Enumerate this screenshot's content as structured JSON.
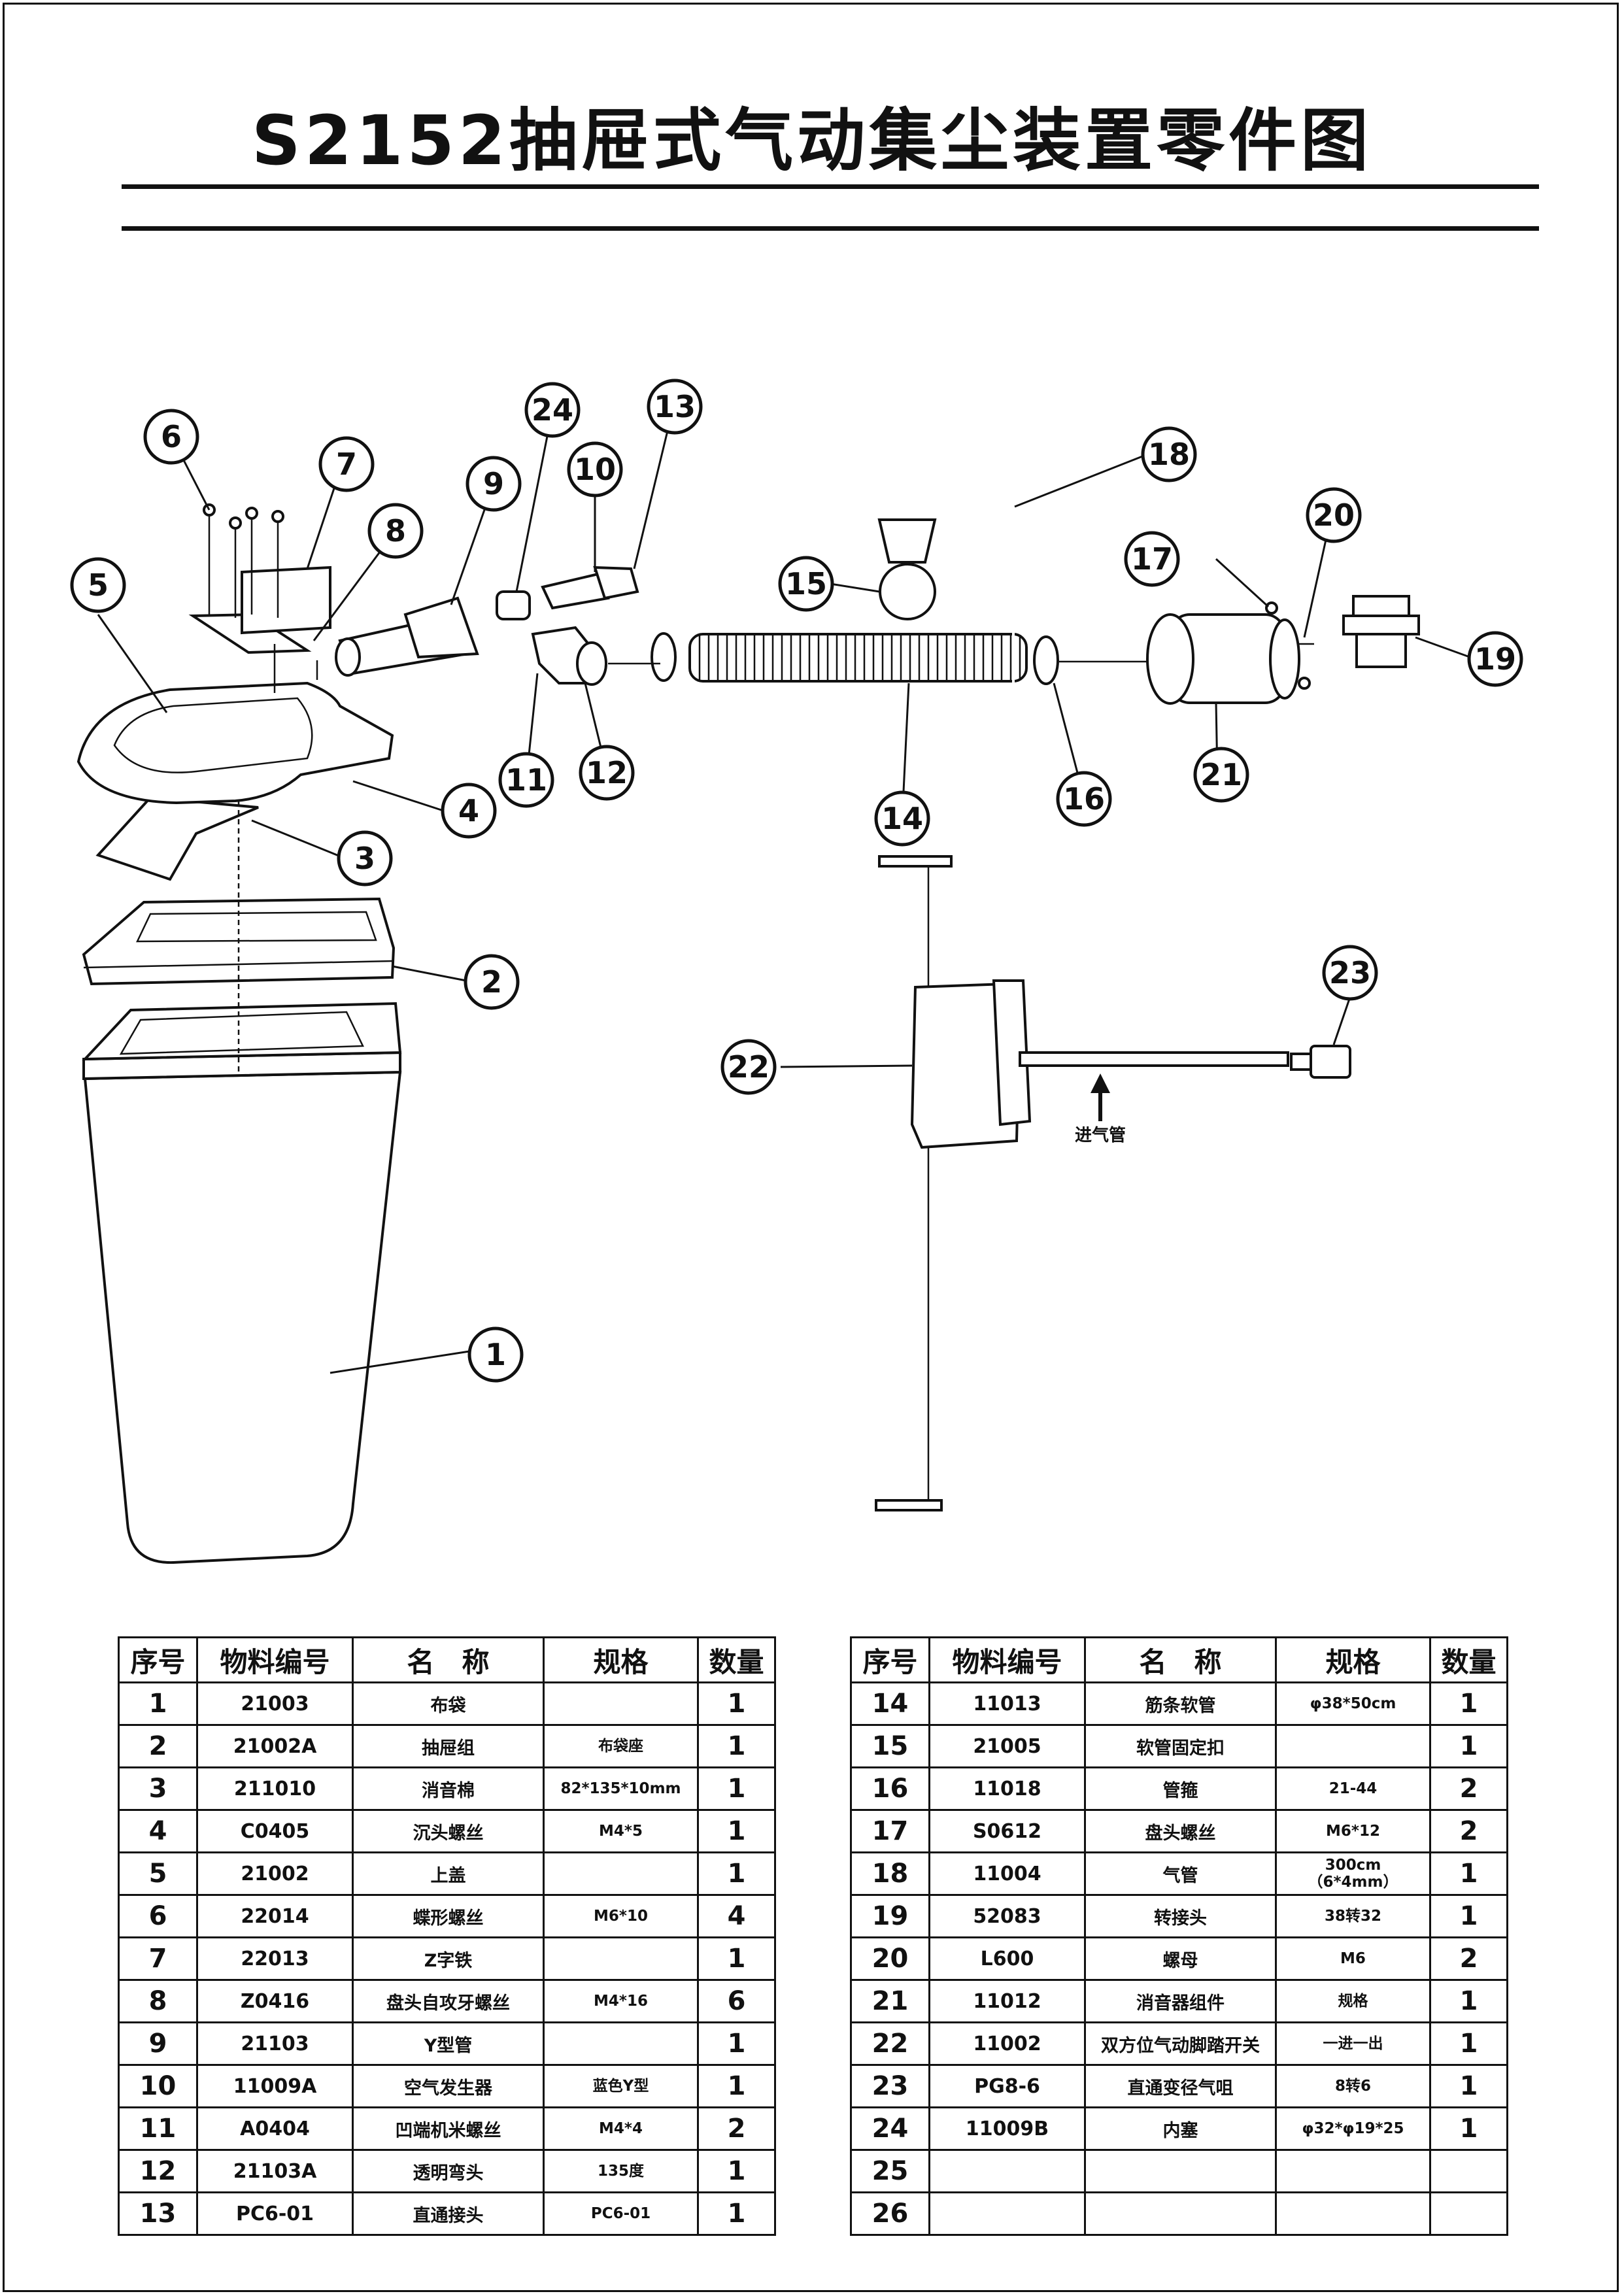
{
  "title": "S2152抽屉式气动集尘装置零件图",
  "headers": {
    "index": "序号",
    "code": "物料编号",
    "name": "名　称",
    "spec": "规格",
    "qty": "数量"
  },
  "inlet_label": "进气管",
  "parts_left": [
    {
      "no": "1",
      "code": "21003",
      "name": "布袋",
      "spec": "",
      "qty": "1"
    },
    {
      "no": "2",
      "code": "21002A",
      "name": "抽屉组",
      "spec": "布袋座",
      "qty": "1"
    },
    {
      "no": "3",
      "code": "211010",
      "name": "消音棉",
      "spec": "82*135*10mm",
      "qty": "1"
    },
    {
      "no": "4",
      "code": "C0405",
      "name": "沉头螺丝",
      "spec": "M4*5",
      "qty": "1"
    },
    {
      "no": "5",
      "code": "21002",
      "name": "上盖",
      "spec": "",
      "qty": "1"
    },
    {
      "no": "6",
      "code": "22014",
      "name": "蝶形螺丝",
      "spec": "M6*10",
      "qty": "4"
    },
    {
      "no": "7",
      "code": "22013",
      "name": "Z字铁",
      "spec": "",
      "qty": "1"
    },
    {
      "no": "8",
      "code": "Z0416",
      "name": "盘头自攻牙螺丝",
      "spec": "M4*16",
      "qty": "6"
    },
    {
      "no": "9",
      "code": "21103",
      "name": "Y型管",
      "spec": "",
      "qty": "1"
    },
    {
      "no": "10",
      "code": "11009A",
      "name": "空气发生器",
      "spec": "蓝色Y型",
      "qty": "1"
    },
    {
      "no": "11",
      "code": "A0404",
      "name": "凹端机米螺丝",
      "spec": "M4*4",
      "qty": "2"
    },
    {
      "no": "12",
      "code": "21103A",
      "name": "透明弯头",
      "spec": "135度",
      "qty": "1"
    },
    {
      "no": "13",
      "code": "PC6-01",
      "name": "直通接头",
      "spec": "PC6-01",
      "qty": "1"
    }
  ],
  "parts_right": [
    {
      "no": "14",
      "code": "11013",
      "name": "筋条软管",
      "spec": "φ38*50cm",
      "qty": "1"
    },
    {
      "no": "15",
      "code": "21005",
      "name": "软管固定扣",
      "spec": "",
      "qty": "1"
    },
    {
      "no": "16",
      "code": "11018",
      "name": "管箍",
      "spec": "21-44",
      "qty": "2"
    },
    {
      "no": "17",
      "code": "S0612",
      "name": "盘头螺丝",
      "spec": "M6*12",
      "qty": "2"
    },
    {
      "no": "18",
      "code": "11004",
      "name": "气管",
      "spec": "300cm",
      "spec2": "（6*4mm）",
      "qty": "1"
    },
    {
      "no": "19",
      "code": "52083",
      "name": "转接头",
      "spec": "38转32",
      "qty": "1"
    },
    {
      "no": "20",
      "code": "L600",
      "name": "螺母",
      "spec": "M6",
      "qty": "2"
    },
    {
      "no": "21",
      "code": "11012",
      "name": "消音器组件",
      "spec": "规格",
      "qty": "1"
    },
    {
      "no": "22",
      "code": "11002",
      "name": "双方位气动脚踏开关",
      "spec": "一进一出",
      "qty": "1"
    },
    {
      "no": "23",
      "code": "PG8-6",
      "name": "直通变径气咀",
      "spec": "8转6",
      "qty": "1"
    },
    {
      "no": "24",
      "code": "11009B",
      "name": "内塞",
      "spec": "φ32*φ19*25",
      "qty": "1"
    },
    {
      "no": "25",
      "code": "",
      "name": "",
      "spec": "",
      "qty": ""
    },
    {
      "no": "26",
      "code": "",
      "name": "",
      "spec": "",
      "qty": ""
    }
  ],
  "callouts": [
    "1",
    "2",
    "3",
    "4",
    "5",
    "6",
    "7",
    "8",
    "9",
    "10",
    "11",
    "12",
    "13",
    "14",
    "15",
    "16",
    "17",
    "18",
    "19",
    "20",
    "21",
    "22",
    "23",
    "24"
  ]
}
